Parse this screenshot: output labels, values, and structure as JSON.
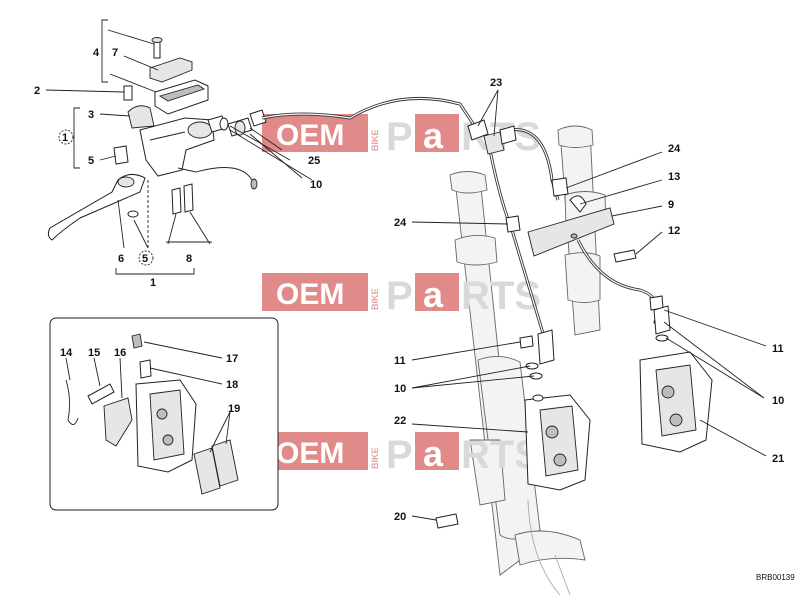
{
  "diagram": {
    "code": "BRB00139",
    "watermark": {
      "oem": "OEM",
      "bike": "BIKE",
      "parts_p": "P",
      "parts_a": "a",
      "parts_rts": "RTS"
    },
    "callouts": [
      {
        "id": "c1",
        "text": "1"
      },
      {
        "id": "c1b",
        "text": "1"
      },
      {
        "id": "c2",
        "text": "2"
      },
      {
        "id": "c3",
        "text": "3"
      },
      {
        "id": "c4",
        "text": "4"
      },
      {
        "id": "c5",
        "text": "5"
      },
      {
        "id": "c5b",
        "text": "5"
      },
      {
        "id": "c6",
        "text": "6"
      },
      {
        "id": "c7",
        "text": "7"
      },
      {
        "id": "c8",
        "text": "8"
      },
      {
        "id": "c9",
        "text": "9"
      },
      {
        "id": "c10a",
        "text": "10"
      },
      {
        "id": "c10b",
        "text": "10"
      },
      {
        "id": "c10c",
        "text": "10"
      },
      {
        "id": "c11a",
        "text": "11"
      },
      {
        "id": "c11b",
        "text": "11"
      },
      {
        "id": "c12",
        "text": "12"
      },
      {
        "id": "c13",
        "text": "13"
      },
      {
        "id": "c14",
        "text": "14"
      },
      {
        "id": "c15",
        "text": "15"
      },
      {
        "id": "c16",
        "text": "16"
      },
      {
        "id": "c17",
        "text": "17"
      },
      {
        "id": "c18",
        "text": "18"
      },
      {
        "id": "c19",
        "text": "19"
      },
      {
        "id": "c20",
        "text": "20"
      },
      {
        "id": "c21",
        "text": "21"
      },
      {
        "id": "c22",
        "text": "22"
      },
      {
        "id": "c23",
        "text": "23"
      },
      {
        "id": "c24a",
        "text": "24"
      },
      {
        "id": "c24b",
        "text": "24"
      },
      {
        "id": "c25",
        "text": "25"
      }
    ]
  }
}
